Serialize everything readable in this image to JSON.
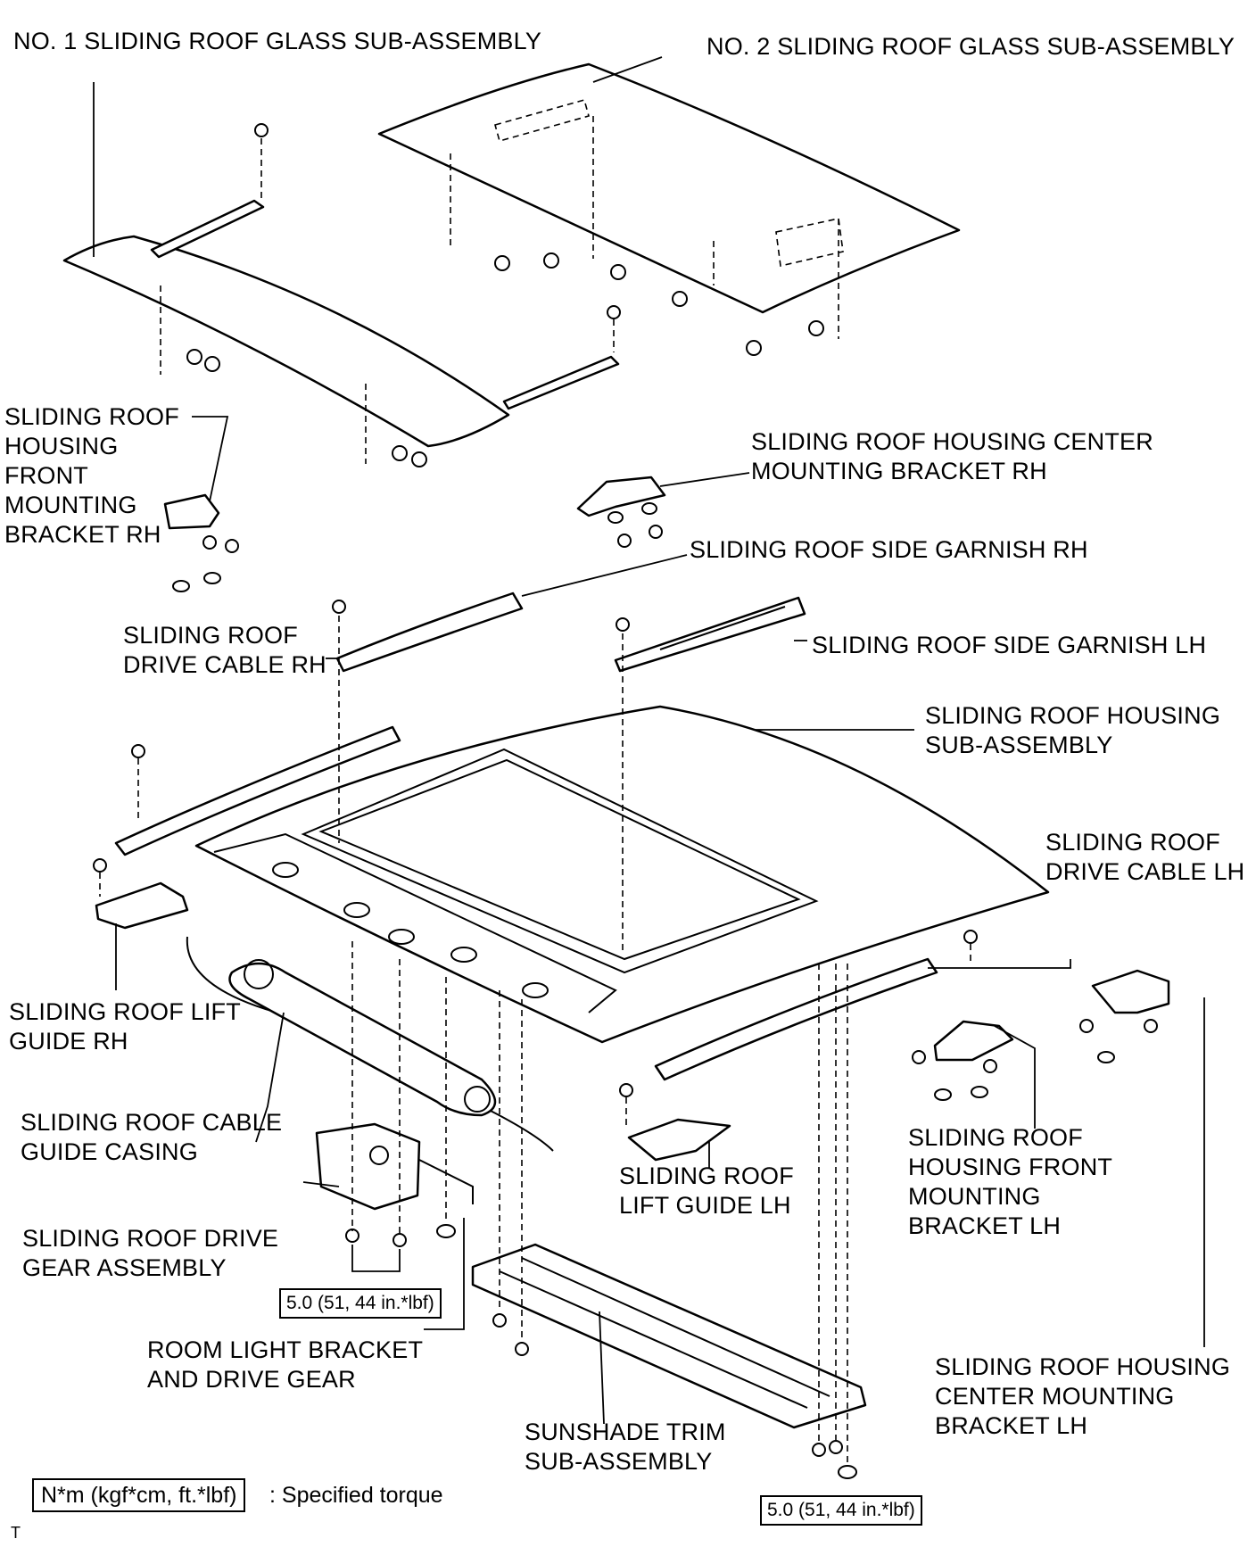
{
  "labels": {
    "glass_no1": "NO. 1 SLIDING ROOF GLASS SUB-ASSEMBLY",
    "glass_no2": "NO. 2 SLIDING ROOF GLASS SUB-ASSEMBLY",
    "front_bracket_rh": "SLIDING ROOF\nHOUSING\nFRONT\nMOUNTING\nBRACKET RH",
    "center_bracket_rh": "SLIDING ROOF HOUSING CENTER\nMOUNTING BRACKET RH",
    "side_garnish_rh": "SLIDING ROOF SIDE GARNISH RH",
    "drive_cable_rh": "SLIDING ROOF\nDRIVE CABLE RH",
    "side_garnish_lh": "SLIDING ROOF SIDE GARNISH LH",
    "housing_sub_assembly": "SLIDING ROOF HOUSING\nSUB-ASSEMBLY",
    "drive_cable_lh": "SLIDING ROOF\nDRIVE CABLE LH",
    "lift_guide_rh": "SLIDING ROOF LIFT\nGUIDE RH",
    "cable_guide_casing": "SLIDING ROOF CABLE\nGUIDE CASING",
    "lift_guide_lh": "SLIDING ROOF\nLIFT GUIDE LH",
    "front_bracket_lh": "SLIDING ROOF\nHOUSING FRONT\nMOUNTING\nBRACKET LH",
    "drive_gear_assembly": "SLIDING ROOF DRIVE\nGEAR ASSEMBLY",
    "room_light_bracket": "ROOM LIGHT BRACKET\nAND DRIVE GEAR",
    "center_bracket_lh": "SLIDING ROOF HOUSING\nCENTER MOUNTING\nBRACKET LH",
    "sunshade_trim": "SUNSHADE TRIM\nSUB-ASSEMBLY"
  },
  "torque": {
    "drive_gear": "5.0 (51, 44 in.*lbf)",
    "sunshade": "5.0 (51, 44 in.*lbf)"
  },
  "legend": {
    "box_text": "N*m (kgf*cm, ft.*lbf)",
    "description": ": Specified torque"
  },
  "corner_mark": "T"
}
